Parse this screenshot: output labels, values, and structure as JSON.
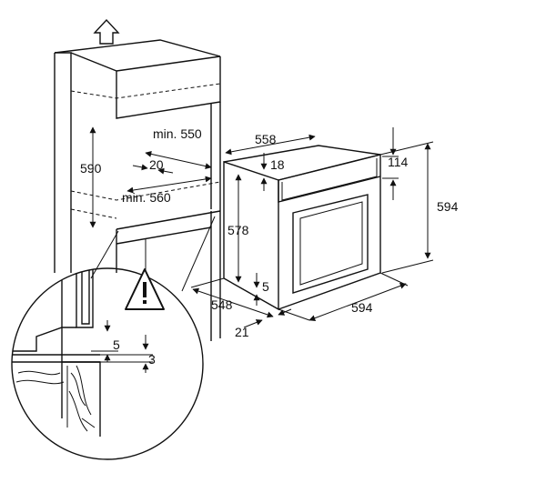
{
  "labels": {
    "niche_min_width": "min. 550",
    "niche_depth_offset": "20",
    "niche_min_depth": "min. 560",
    "niche_height": "590",
    "oven_depth": "558",
    "front_panel_depth": "18",
    "oven_body_height": "578",
    "top_panel_height": "114",
    "oven_total_height": "594",
    "oven_total_width": "594",
    "oven_depth_with_door": "548",
    "door_thickness": "21",
    "bottom_offset": "5",
    "detail_gap_5": "5",
    "detail_gap_3": "3"
  },
  "icons": [
    "up-arrow-icon",
    "warning-triangle-icon"
  ],
  "colors": {
    "line": "#111111",
    "background": "#ffffff"
  }
}
